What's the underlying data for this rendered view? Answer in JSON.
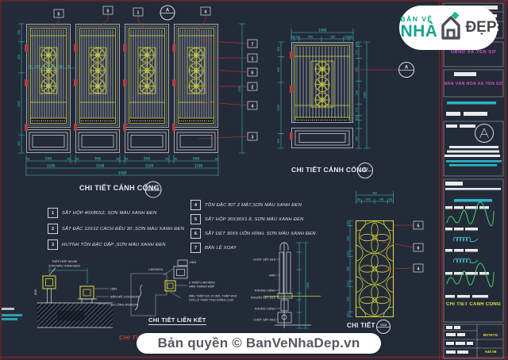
{
  "titles": {
    "elev": "CHI TIẾT CÁNH CỔNG",
    "leaf": "CHI TIẾT CÁNH CỔNG",
    "flower": "CHI TIẾT",
    "joint": "CHI TIẾT LIÊN KẾT",
    "ray": "CHI TIẾT RAY SẮT",
    "b1": "CC1",
    "b2": "CC2",
    "b3": "CC3",
    "marker": "A"
  },
  "elev": {
    "gap": "60",
    "panel_w": "940",
    "bay": "1100",
    "total": "4400",
    "height": "2500",
    "left": [
      "350",
      "600",
      "1200",
      "350"
    ],
    "mid": [
      "60",
      "180",
      "255",
      "180",
      "60"
    ],
    "tags_top": [
      "5",
      "5",
      "1",
      "4"
    ],
    "tags_right": [
      "7",
      "1",
      "5",
      "2",
      "4",
      "3"
    ]
  },
  "leaf": {
    "total_w": "1400",
    "height": "2500",
    "panel_h": "400",
    "top": [
      "60",
      "120",
      "500",
      "500",
      "120",
      "60"
    ],
    "left": [
      "350",
      "600",
      "1200",
      "350"
    ],
    "right": [
      "105",
      "275",
      "540",
      "540",
      "275",
      "105"
    ]
  },
  "flower": {
    "total_w": "400",
    "top": [
      "60",
      "140",
      "140",
      "60"
    ],
    "left_a": "60",
    "left_b": "280",
    "tags": [
      "5",
      "6",
      "4"
    ]
  },
  "notes": {
    "left": [
      {
        "num": "1",
        "text": "SẮT HỘP 40X80X2, SƠN MÀU XANH ĐEN"
      },
      {
        "num": "2",
        "text": "SẮT ĐẶC 12X12 CÁCH ĐỀU 30 ,SƠN MÀU XANH ĐEN"
      },
      {
        "num": "3",
        "text": "HUỲNH TÔN ĐẶC DẬP ,SƠN MÀU XANH ĐEN"
      }
    ],
    "right": [
      {
        "num": "4",
        "text": "TÔN ĐẶC BỊT 2 MẶT,SƠN MÀU XANH ĐEN"
      },
      {
        "num": "5",
        "text": "SẮT HỘP 30X30X1.8, SƠN MÀU XANH ĐEN"
      },
      {
        "num": "6",
        "text": "SẮT DẸT 30X5 UỐN HÌNH, SƠN MÀU XANH ĐEN"
      },
      {
        "num": "7",
        "text": "BẢN LỀ XOAY"
      }
    ]
  },
  "foundation": {
    "top1": "THÉP HỘP 50X50",
    "top2": "SƠN MÀU XANH ĐEN",
    "weld": "HÀN",
    "plate": "BẢN MÃ 175X200X5",
    "bolt": "BU LÔNG Ø16X200",
    "bar": "Ø16"
  },
  "joint": {
    "l1": "L40X40X3",
    "l2": "HÀN",
    "l3": "2 THÉP L40X40X3",
    "l4": "HÀN THÀNH HỘP",
    "l5": "RÂU THÉP K/C A=300, THÉP Ø10",
    "l6": "VỚI LỖ THÉP TRỤ CỔNG L100"
  },
  "hinge": {
    "l1": "CHỐT SẮT Ø16",
    "l2": "HÀN",
    "l3": "KHUNG CÁNH",
    "l4": "KHUÔN SẮT Ø16",
    "l5": "KHUNG CÁNH",
    "l6": "CHỐT SẮT Ø16",
    "dim": "1000"
  },
  "titleblock": {
    "org": "UBND XÃ YÊN SỞ",
    "project": "NHÀ VĂN HÓA XÃ YÊN SỞ",
    "sheet": "CHI TIẾT CÁNH CỔNG",
    "code1": "BV7K7G",
    "code2": "A40 06"
  },
  "logo": {
    "top": "BẢN VẼ",
    "main": "NHÀ",
    "suffix": "ĐẸP"
  },
  "banner": {
    "text": "Bản quyền © BanVeNhaDep.vn"
  },
  "colors": {
    "accent_teal": "#14a390",
    "dim_cyan": "#38c4c9",
    "cad_yellow": "#d2d23d",
    "leader_red": "#a23737",
    "border_red": "#7c2626",
    "magenta": "#d24fd2"
  }
}
